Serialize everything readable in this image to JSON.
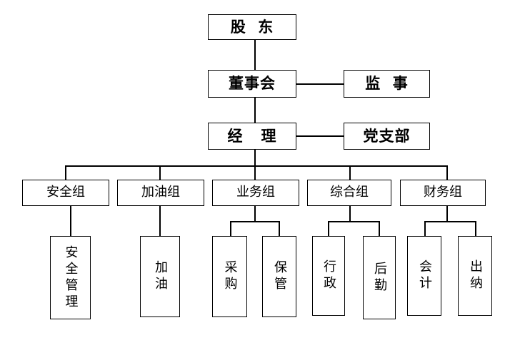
{
  "chart_title": "",
  "orgchart": {
    "type": "org-chart",
    "orientation": "top-down",
    "levels": [
      {
        "level": 1,
        "nodes": [
          {
            "id": "shareholders",
            "label": "股  东"
          }
        ]
      },
      {
        "level": 2,
        "nodes": [
          {
            "id": "board",
            "label": "董事会"
          },
          {
            "id": "supervisor",
            "label": "监  事"
          }
        ]
      },
      {
        "level": 3,
        "nodes": [
          {
            "id": "manager",
            "label": "经   理"
          },
          {
            "id": "party-branch",
            "label": "党支部"
          }
        ]
      },
      {
        "level": 4,
        "nodes": [
          {
            "id": "safety-group",
            "label": "安全组"
          },
          {
            "id": "refuel-group",
            "label": "加油组"
          },
          {
            "id": "business-group",
            "label": "业务组"
          },
          {
            "id": "general-group",
            "label": "综合组"
          },
          {
            "id": "finance-group",
            "label": "财务组"
          }
        ]
      },
      {
        "level": 5,
        "nodes": [
          {
            "id": "safety-management",
            "label": "安全管理",
            "parent": "safety-group"
          },
          {
            "id": "refueling",
            "label": "加油",
            "parent": "refuel-group"
          },
          {
            "id": "procurement",
            "label": "采购",
            "parent": "business-group"
          },
          {
            "id": "storage",
            "label": "保管",
            "parent": "business-group"
          },
          {
            "id": "administration",
            "label": "行政",
            "parent": "general-group"
          },
          {
            "id": "logistics",
            "label": "后勤",
            "parent": "general-group"
          },
          {
            "id": "accounting",
            "label": "会计",
            "parent": "finance-group"
          },
          {
            "id": "cashier",
            "label": "出纳",
            "parent": "finance-group"
          }
        ]
      }
    ],
    "colors": {
      "border": "#000000",
      "background": "#ffffff",
      "text": "#000000",
      "line": "#000000"
    }
  }
}
